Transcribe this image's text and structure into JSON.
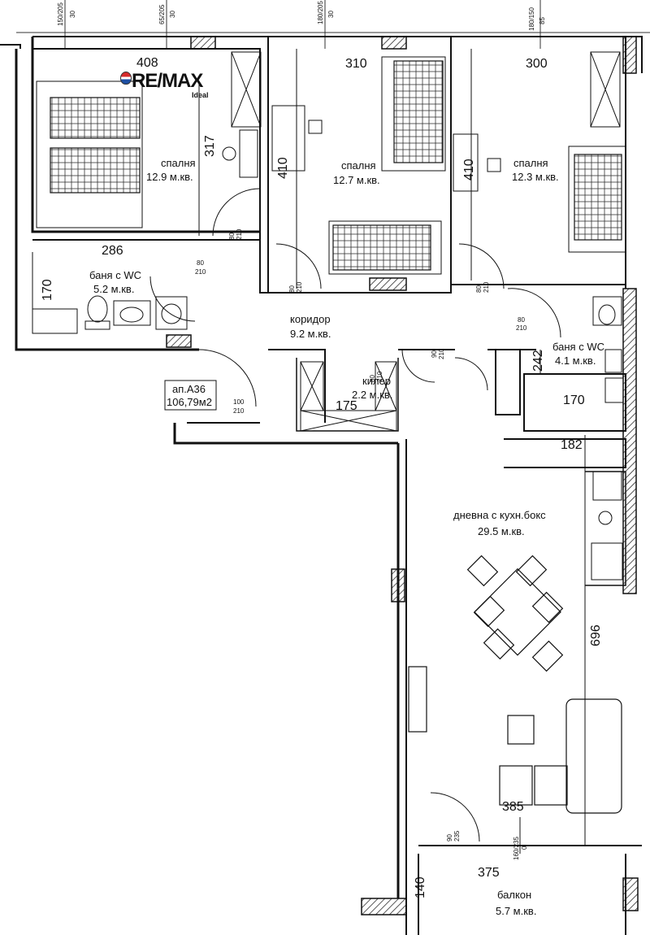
{
  "logo": {
    "brand": "RE/MAX",
    "sub": "Ideal"
  },
  "rooms": {
    "bedroom1": {
      "name": "спалня",
      "area": "12.9 м.кв."
    },
    "bedroom2": {
      "name": "спалня",
      "area": "12.7 м.кв."
    },
    "bedroom3": {
      "name": "спалня",
      "area": "12.3 м.кв."
    },
    "bath1": {
      "name": "баня с WC",
      "area": "5.2 м.кв."
    },
    "corridor": {
      "name": "коридор",
      "area": "9.2 м.кв."
    },
    "bath2": {
      "name": "баня с WC",
      "area": "4.1 м.кв."
    },
    "storage": {
      "name": "килер",
      "area": "2.2 м.кв."
    },
    "living": {
      "name": "дневна с кухн.бокс",
      "area": "29.5 м.кв."
    },
    "balcony": {
      "name": "балкон",
      "area": "5.7 м.кв."
    }
  },
  "apartment": {
    "name": "ап.А36",
    "area": "106,79м2"
  },
  "dimensions": {
    "d408": "408",
    "d310": "310",
    "d300": "300",
    "d317": "317",
    "d410a": "410",
    "d410b": "410",
    "d286": "286",
    "d170a": "170",
    "d242": "242",
    "d170b": "170",
    "d182": "182",
    "d175": "175",
    "d696": "696",
    "d385": "385",
    "d375": "375",
    "d140": "140"
  },
  "door_codes": {
    "top1": "150/205",
    "top1b": "30",
    "top2": "65/205",
    "top2b": "30",
    "top3": "180/205",
    "top3b": "30",
    "top4": "180/150",
    "top4b": "85",
    "d1": "80",
    "d1b": "210",
    "d2": "80",
    "d2b": "210",
    "d3": "80",
    "d3b": "210",
    "d4": "80",
    "d4b": "210",
    "d5": "80",
    "d5b": "210",
    "d6": "90",
    "d6b": "210",
    "d7": "100",
    "d7b": "210",
    "d8": "90",
    "d8b": "235",
    "d9": "160/235",
    "d9b": "0",
    "d10": "80",
    "d10b": "210"
  }
}
